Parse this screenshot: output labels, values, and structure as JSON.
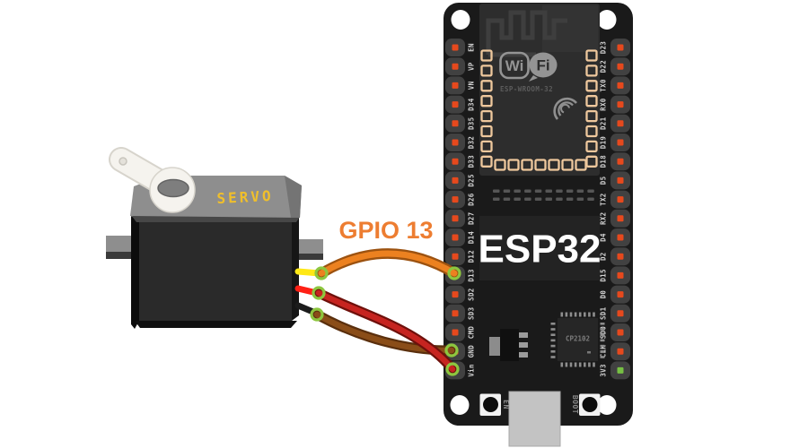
{
  "annotation": {
    "text": "GPIO 13",
    "color": "#ED7D31"
  },
  "servo": {
    "label": "SERVO",
    "label_color": "#F0BF2B",
    "lead_wires": [
      {
        "name": "signal",
        "color": "#FFE815"
      },
      {
        "name": "power",
        "color": "#FF2015"
      },
      {
        "name": "ground",
        "color": "#1C1C1C"
      }
    ]
  },
  "jumper_wires": [
    {
      "name": "signal-jumper",
      "color": "#EC8120",
      "from": "servo signal (yellow)",
      "to": "D13"
    },
    {
      "name": "power-jumper",
      "color": "#C62420",
      "from": "servo power (red)",
      "to": "Vin"
    },
    {
      "name": "ground-jumper",
      "color": "#8A4D18",
      "from": "servo ground (black)",
      "to": "GND"
    }
  ],
  "connector_ring_color": "#8DC63F",
  "board": {
    "chip_label": "ESP32",
    "module_label": "ESP-WROOM-32",
    "wifi_logo": {
      "wi": "Wi",
      "fi": "Fi"
    },
    "usb_bridge_label": "CP2102",
    "en_button_label": "EN",
    "boot_button_label": "BOOT",
    "pin_dot_color": "#E6491D",
    "pin_dot_color_3v3": "#76C043",
    "left_pins": [
      "EN",
      "VP",
      "VN",
      "D34",
      "D35",
      "D32",
      "D33",
      "D25",
      "D26",
      "D27",
      "D14",
      "D12",
      "D13",
      "SD2",
      "SD3",
      "CMD",
      "GND",
      "Vin"
    ],
    "right_pins": [
      "D23",
      "D22",
      "TX0",
      "RX0",
      "D21",
      "D19",
      "D18",
      "D5",
      "TX2",
      "RX2",
      "D4",
      "D2",
      "D15",
      "D0",
      "SD1",
      "SD0",
      "CLK",
      "3V3"
    ]
  }
}
